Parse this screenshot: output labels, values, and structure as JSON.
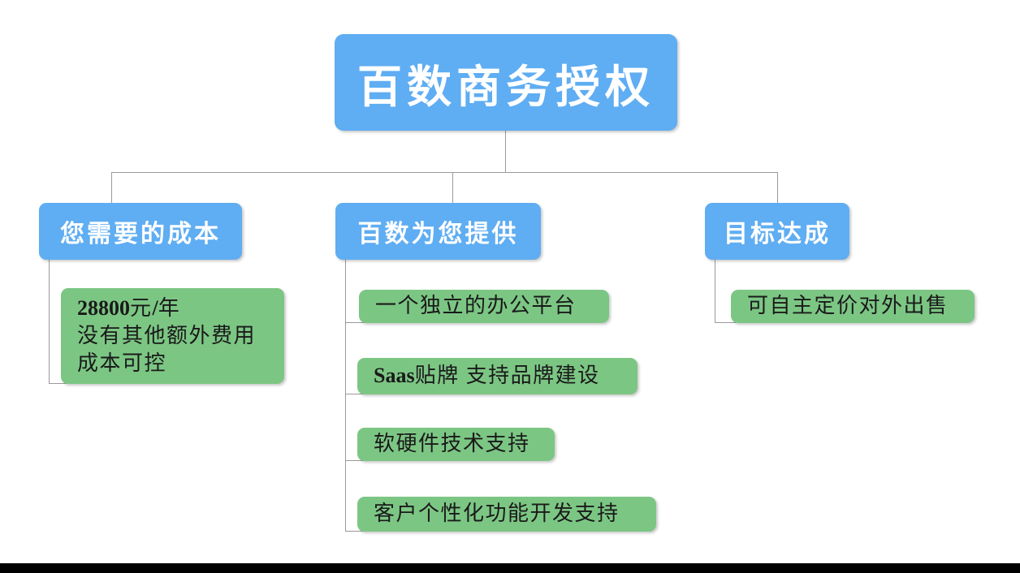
{
  "diagram": {
    "root": {
      "label": "百数商务授权"
    },
    "branches": [
      {
        "id": "cost",
        "header": "您需要的成本",
        "leaves": [
          {
            "id": "cost-1",
            "lines": [
              {
                "strong": "28800",
                "rest": "元",
                "strong2": "/",
                "rest2": "年"
              },
              {
                "text": "没有其他额外费用"
              },
              {
                "text": "成本可控"
              }
            ]
          }
        ]
      },
      {
        "id": "offer",
        "header": "百数为您提供",
        "leaves": [
          {
            "id": "offer-1",
            "text": "一个独立的办公平台"
          },
          {
            "id": "offer-2",
            "strong": "Saas",
            "rest": "贴牌 支持品牌建设"
          },
          {
            "id": "offer-3",
            "text": "软硬件技术支持"
          },
          {
            "id": "offer-4",
            "text": "客户个性化功能开发支持"
          }
        ]
      },
      {
        "id": "goal",
        "header": "目标达成",
        "leaves": [
          {
            "id": "goal-1",
            "text": "可自主定价对外出售"
          }
        ]
      }
    ]
  },
  "colors": {
    "node_blue": "#5fadf2",
    "node_green": "#7cc684",
    "connector": "#9a9a9a",
    "root_text": "#ffffff",
    "leaf_text": "#1a1a1a",
    "bottom_bar": "#000000"
  }
}
